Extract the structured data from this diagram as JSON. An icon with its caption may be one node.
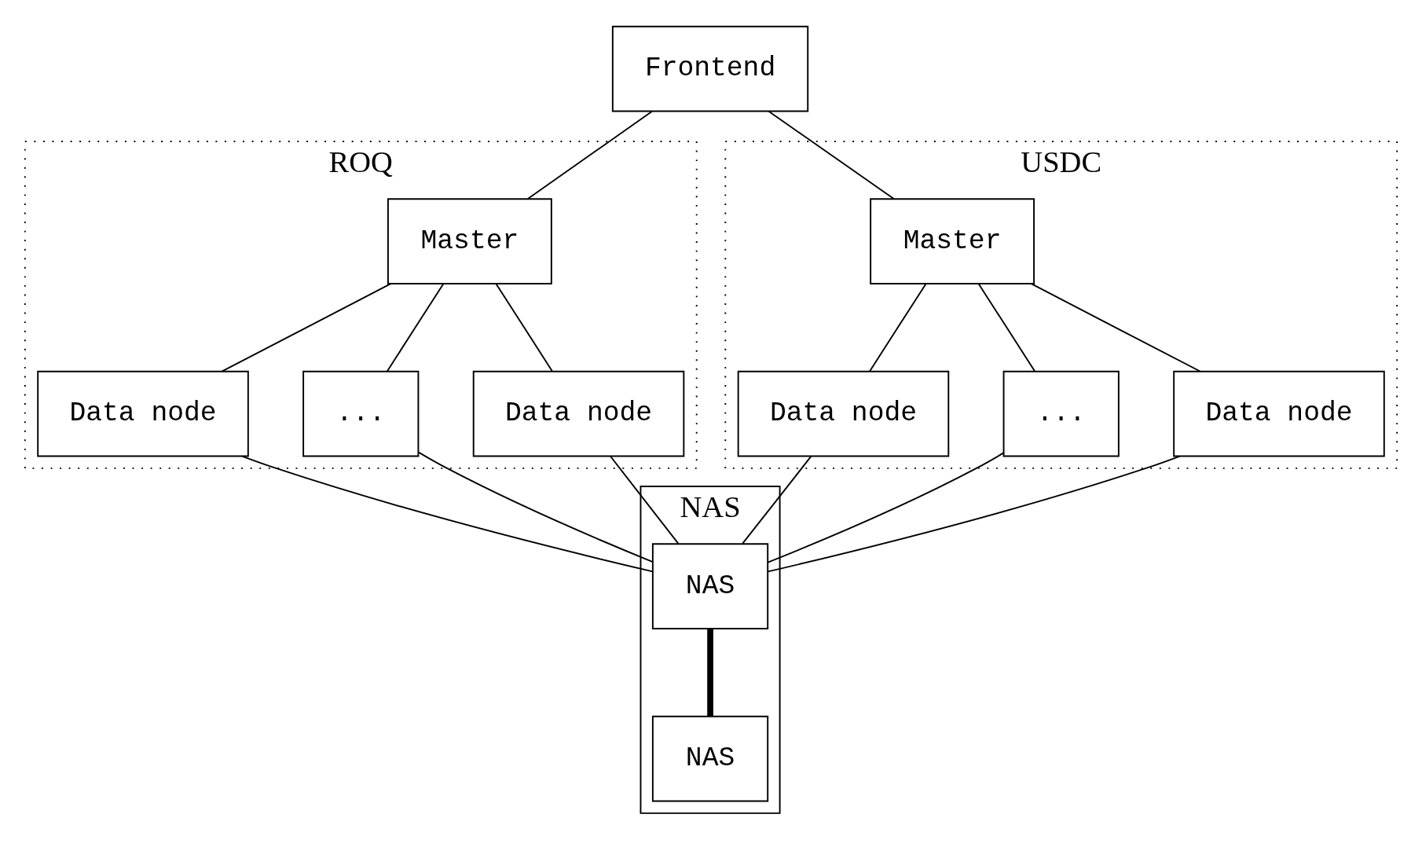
{
  "diagram": {
    "nodes": [
      {
        "text": [
          "Frontend"
        ]
      },
      {
        "text": [
          "ROQ"
        ]
      },
      {
        "text": [
          "USDC"
        ]
      },
      {
        "text": [
          "Master"
        ],
        "in": 1
      },
      {
        "text": [
          "Master"
        ],
        "in": 2
      },
      {
        "text": [
          "Data node"
        ],
        "in": 1
      },
      {
        "text": [
          "..."
        ],
        "in": 1
      },
      {
        "text": [
          "Data node"
        ],
        "in": 1
      },
      {
        "text": [
          "Data node"
        ],
        "in": 2
      },
      {
        "text": [
          "..."
        ],
        "in": 2
      },
      {
        "text": [
          "Data node"
        ],
        "in": 2
      },
      {
        "text": [
          "NAS"
        ]
      },
      {
        "text": [
          "NAS"
        ],
        "in": 11
      },
      {
        "text": [
          "NAS"
        ],
        "in": 11
      }
    ],
    "edges": [
      {
        "from": 0,
        "to": 3,
        "arrow": "none"
      },
      {
        "from": 0,
        "to": 4,
        "arrow": "none"
      },
      {
        "from": 3,
        "to": 5,
        "arrow": "none"
      },
      {
        "from": 3,
        "to": 6,
        "arrow": "none"
      },
      {
        "from": 3,
        "to": 7,
        "arrow": "none"
      },
      {
        "from": 4,
        "to": 8,
        "arrow": "none"
      },
      {
        "from": 4,
        "to": 9,
        "arrow": "none"
      },
      {
        "from": 4,
        "to": 10,
        "arrow": "none"
      },
      {
        "from": 5,
        "to": 12,
        "arrow": "none"
      },
      {
        "from": 6,
        "to": 12,
        "arrow": "none"
      },
      {
        "from": 7,
        "to": 12,
        "arrow": "none"
      },
      {
        "from": 8,
        "to": 12,
        "arrow": "none"
      },
      {
        "from": 9,
        "to": 12,
        "arrow": "none"
      },
      {
        "from": 10,
        "to": 12,
        "arrow": "none"
      },
      {
        "from": 12,
        "to": 13,
        "arrow": "none",
        "style": "thick"
      }
    ]
  }
}
